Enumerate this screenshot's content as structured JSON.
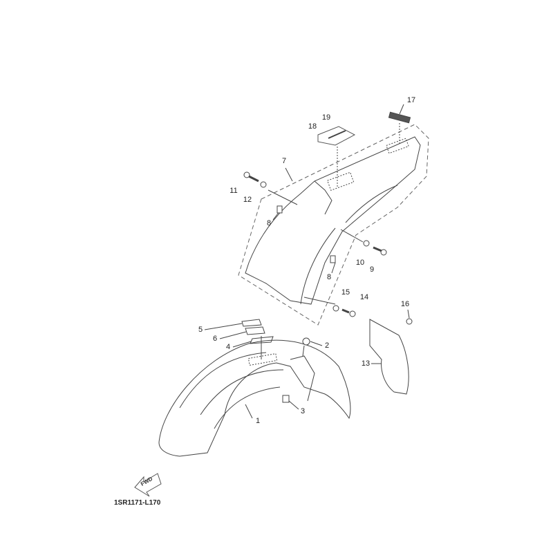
{
  "diagram": {
    "code": "1SR1171-L170",
    "fwd_label": "FWD",
    "callouts": [
      "1",
      "2",
      "3",
      "4",
      "5",
      "6",
      "7",
      "8",
      "8",
      "9",
      "10",
      "11",
      "12",
      "13",
      "14",
      "15",
      "16",
      "17",
      "18",
      "19"
    ]
  }
}
